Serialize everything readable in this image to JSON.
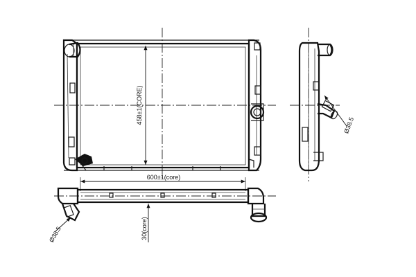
{
  "dimensions": {
    "core_height": "458±1(CORE)",
    "core_width": "600±1(core)",
    "core_thickness": "30(core)",
    "side_outlet_diameter": "Ø38.5",
    "bottom_outlet_diameter": "Ø38.5"
  }
}
